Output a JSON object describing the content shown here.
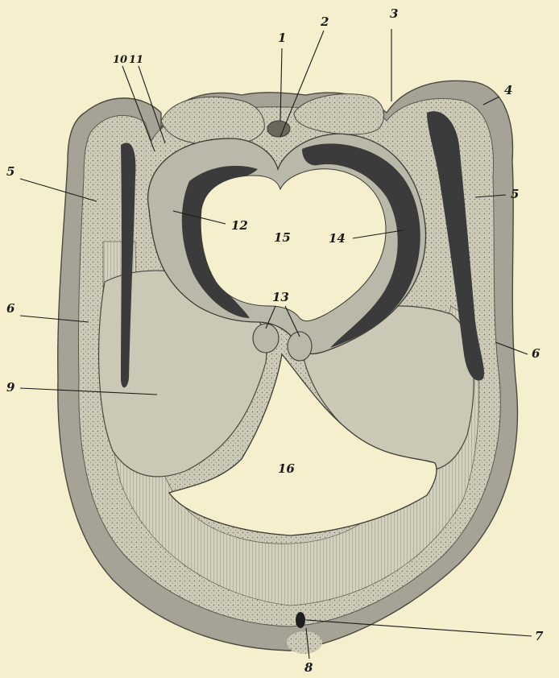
{
  "colors": {
    "background": "#f6efce",
    "tissue_outer": "#a6a295",
    "tissue_middle": "#cbc9b6",
    "tissue_inner": "#bab8a8",
    "dark_layer": "#3b3b3b",
    "cavity": "#f6efce"
  },
  "labels": {
    "l1": "1",
    "l2": "2",
    "l3": "3",
    "l4": "4",
    "l5_left": "5",
    "l5_right": "5",
    "l6_left": "6",
    "l6_right": "6",
    "l7": "7",
    "l8": "8",
    "l9": "9",
    "l10": "10",
    "l11": "11",
    "l12": "12",
    "l13": "13",
    "l14": "14",
    "l15": "15",
    "l16": "16"
  }
}
